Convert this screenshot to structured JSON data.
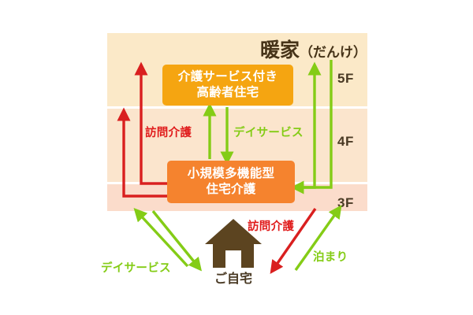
{
  "building": {
    "title_main": "暖家",
    "title_furigana": "（だんけ）",
    "floors": [
      {
        "label": "5F"
      },
      {
        "label": "4F"
      },
      {
        "label": "3F"
      }
    ]
  },
  "services": {
    "senior_housing": "介護サービス付き\n高齢者住宅",
    "senior_housing_line1": "介護サービス付き",
    "senior_housing_line2": "高齢者住宅",
    "small_scale_line1": "小規模多機能型",
    "small_scale_line2": "住宅介護"
  },
  "flows": {
    "home_visit_inside": "訪問介護",
    "day_service_inside": "デイサービス",
    "home_visit_outside": "訪問介護",
    "day_service_outside": "デイサービス",
    "overnight_stay": "泊まり"
  },
  "home": {
    "label": "ご自宅",
    "icon": "house-icon"
  },
  "colors": {
    "red": "#d91f1f",
    "green": "#84cc16",
    "orange_light": "#f5a511",
    "orange_dark": "#f5832e",
    "brown": "#5c4420",
    "band_5f": "#fbe9c8",
    "band_4f": "#fbe5cd",
    "band_3f": "#fbdccb"
  }
}
